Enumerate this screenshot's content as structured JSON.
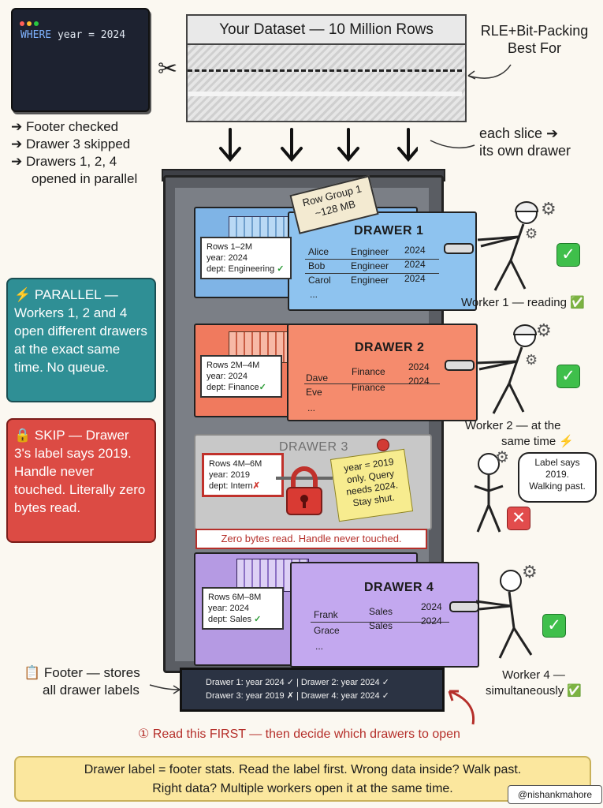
{
  "terminal": {
    "keyword": "WHERE",
    "query": "year = 2024",
    "dot_colors": [
      "#ff5f57",
      "#febc2e",
      "#28c840"
    ]
  },
  "notes": {
    "footer_checked": "➔ Footer checked",
    "drawer3_skipped": "➔ Drawer 3 skipped",
    "drawers_opened_1": "➔ Drawers 1, 2, 4",
    "drawers_opened_2": "opened in parallel"
  },
  "dataset": {
    "title": "Your Dataset — 10 Million Rows"
  },
  "rle": {
    "line1": "RLE+Bit-Packing",
    "line2": "Best For"
  },
  "slice_note": {
    "line1": "each slice ➔",
    "line2": "its own drawer"
  },
  "tag": {
    "line1": "Row Group 1",
    "line2": "~128 MB"
  },
  "drawers": [
    {
      "title": "DRAWER 1",
      "label": [
        "Rows 1–2M",
        "year: 2024",
        "dept: Engineering"
      ],
      "label_status": "✓",
      "rows": [
        [
          "Alice",
          "Engineer",
          "2024"
        ],
        [
          "Bob",
          "Engineer",
          "2024"
        ],
        [
          "Carol",
          "Engineer",
          "2024"
        ]
      ],
      "more": "..."
    },
    {
      "title": "DRAWER 2",
      "label": [
        "Rows 2M–4M",
        "year: 2024",
        "dept: Finance"
      ],
      "label_status": "✓",
      "rows": [
        [
          "Dave",
          "Finance",
          "2024"
        ],
        [
          "Eve",
          "Finance",
          "2024"
        ]
      ],
      "more": "..."
    },
    {
      "title": "DRAWER 3",
      "label": [
        "Rows 4M–6M",
        "year: 2019",
        "dept: Intern"
      ],
      "label_status": "✗",
      "sticky": [
        "year = 2019",
        "only. Query",
        "needs 2024.",
        "Stay shut."
      ],
      "banner": "Zero bytes read. Handle never touched."
    },
    {
      "title": "DRAWER 4",
      "label": [
        "Rows 6M–8M",
        "year: 2024",
        "dept: Sales"
      ],
      "label_status": "✓",
      "rows": [
        [
          "Frank",
          "Sales",
          "2024"
        ],
        [
          "Grace",
          "Sales",
          "2024"
        ]
      ],
      "more": "..."
    }
  ],
  "parallel_box": {
    "title": "⚡ PARALLEL —",
    "body": "Workers 1, 2 and 4 open different drawers at the exact same time. No queue."
  },
  "skip_box": {
    "title": "🔒 SKIP — Drawer",
    "body": "3's label says 2019. Handle never touched. Literally zero bytes read."
  },
  "workers": {
    "w1": "Worker 1 — reading ✅",
    "w2_line1": "Worker 2 — at the",
    "w2_line2": "same time ⚡",
    "bubble": [
      "Label says",
      "2019.",
      "Walking past."
    ],
    "w4_line1": "Worker 4 —",
    "w4_line2": "simultaneously ✅"
  },
  "footer_note": {
    "line1": "📋 Footer — stores",
    "line2": "all drawer labels"
  },
  "footer_tray": {
    "row1": "Drawer 1: year 2024 ✓ | Drawer 2: year 2024 ✓",
    "row2": "Drawer 3: year 2019 ✗ | Drawer 4: year 2024 ✓"
  },
  "read_first": "① Read this FIRST — then decide which drawers to open",
  "bottom": {
    "line1": "Drawer label = footer stats. Read the label first. Wrong data inside? Walk past.",
    "line2": "Right data? Multiple workers open it at the same time."
  },
  "author": "@nishankmahore",
  "marks": {
    "check": "✓",
    "cross": "✕"
  }
}
